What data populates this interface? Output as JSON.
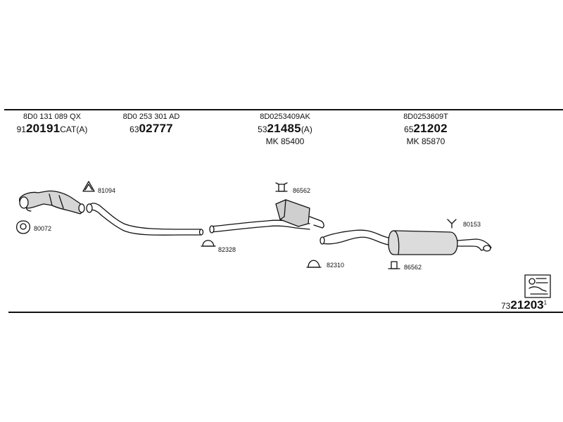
{
  "parts": [
    {
      "oe": "8D0 131 089 QX",
      "prefix": "91",
      "number": "20191",
      "suffix": "CAT(A)",
      "mk": ""
    },
    {
      "oe": "8D0 253 301 AD",
      "prefix": "63",
      "number": "02777",
      "suffix": "",
      "mk": ""
    },
    {
      "oe": "8D0253409AK",
      "prefix": "53",
      "number": "21485",
      "suffix": "(A)",
      "mk": "MK 85400"
    },
    {
      "oe": "8D0253609T",
      "prefix": "65",
      "number": "21202",
      "suffix": "",
      "mk": "MK 85870"
    }
  ],
  "callouts": {
    "c81094": "81094",
    "c80072": "80072",
    "c82328": "82328",
    "c86562_top": "86562",
    "c82310": "82310",
    "c86562_bottom": "86562",
    "c80153": "80153"
  },
  "set_number": {
    "prefix": "73",
    "number": "21203",
    "sup": "1"
  },
  "colors": {
    "line": "#111111",
    "background": "#ffffff",
    "shade": "#9a9a9a"
  }
}
